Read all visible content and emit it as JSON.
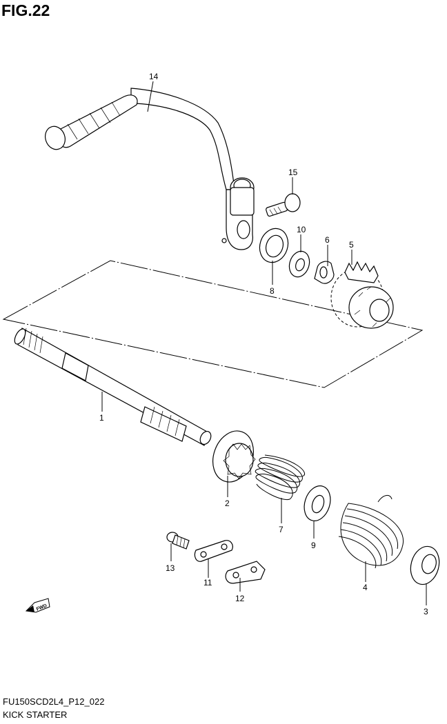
{
  "figure": {
    "title": "FIG.22",
    "code": "FU150SCD2L4_P12_022",
    "name": "KICK STARTER",
    "fwd_label": "FWD"
  },
  "parts": {
    "p1": "1",
    "p2": "2",
    "p3": "3",
    "p4": "4",
    "p5": "5",
    "p6": "6",
    "p7": "7",
    "p8": "8",
    "p9": "9",
    "p10": "10",
    "p11": "11",
    "p12": "12",
    "p13": "13",
    "p14": "14",
    "p15": "15"
  }
}
